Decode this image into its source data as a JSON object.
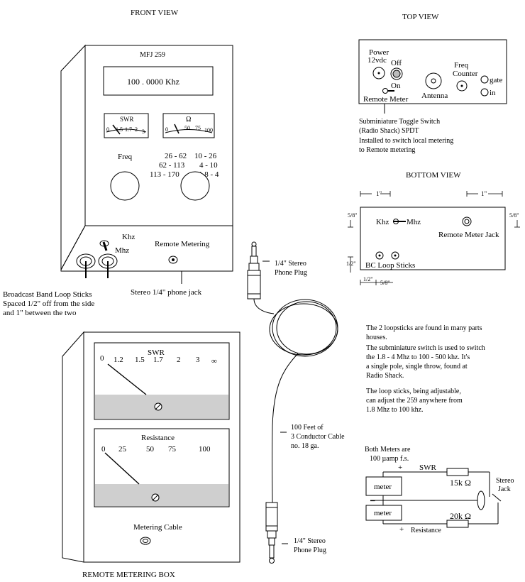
{
  "front": {
    "heading": "FRONT VIEW",
    "model": "MFJ 259",
    "display": "100 . 0000  Khz",
    "swr_meter": {
      "title": "SWR",
      "scale": [
        "0",
        "1.5",
        "1.7",
        "2",
        "3"
      ]
    },
    "ohm_meter": {
      "title": "Ω",
      "scale": [
        "0",
        "50",
        "75",
        "100"
      ]
    },
    "freq_label": "Freq",
    "bands": [
      "26 - 62",
      "10 - 26",
      "62 - 113",
      "4 - 10",
      "113 - 170",
      "1.8 - 4"
    ],
    "switch_khz": "Khz",
    "switch_mhz": "Mhz",
    "remote_metering": "Remote  Metering",
    "loopsticks_note": [
      "Broadcast Band Loop Sticks",
      "Spaced  1/2\"  off from the side",
      "and  1\" between the two"
    ],
    "jack_note": "Stereo  1/4\" phone jack"
  },
  "top": {
    "heading": "TOP  VIEW",
    "power": [
      "Power",
      "12vdc"
    ],
    "off": "Off",
    "on": "On",
    "remote_meter": "Remote Meter",
    "antenna": "Antenna",
    "freq_counter": [
      "Freq",
      "Counter"
    ],
    "gate": "gate",
    "in": "in",
    "note": [
      "Subminiature Toggle Switch",
      "(Radio Shack)   SPDT",
      "Installed to switch local metering",
      "to Remote metering"
    ]
  },
  "bottom": {
    "heading": "BOTTOM  VIEW",
    "dim_1in_left": "1\"",
    "dim_1in_right": "1\"",
    "dim_58_left": "5/8\"",
    "dim_58_right": "5/8\"",
    "dim_12_side": "1/2\"",
    "dim_12_bottom": "1/2\"",
    "dim_58_bottom": "5/8\"",
    "khz": "Khz",
    "mhz": "Mhz",
    "jack": "Remote Meter Jack",
    "loops": "BC Loop Sticks"
  },
  "notes": {
    "p1": [
      "The  2 loopsticks are found in many parts",
      "houses."
    ],
    "p2": [
      "The subminiature switch is used to switch",
      "the 1.8 - 4 Mhz  to  100 - 500 khz. It's",
      "a  single pole, single throw, found at",
      "Radio Shack."
    ],
    "p3": [
      "The loop sticks, being adjustable,",
      "can adjust the 259 anywhere from",
      "1.8 Mhz to 100 khz."
    ]
  },
  "cable": {
    "plug_top": [
      "1/4\"  Stereo",
      "Phone Plug"
    ],
    "cable_label": [
      "100  Feet of",
      "3  Conductor Cable",
      "no.  18 ga."
    ],
    "plug_bottom": [
      "1/4\"  Stereo",
      "Phone Plug"
    ]
  },
  "remote_box": {
    "swr_title": "SWR",
    "swr_scale": [
      "0",
      "1.2",
      "1.5",
      "1.7",
      "2",
      "3",
      "∞"
    ],
    "res_title": "Resistance",
    "res_scale": [
      "0",
      "25",
      "50",
      "75",
      "100"
    ],
    "cable_label": "Metering Cable",
    "caption": "REMOTE  METERING  BOX"
  },
  "schematic": {
    "note": [
      "Both Meters are",
      "100 µamp f.s."
    ],
    "plus_top": "+",
    "swr": "SWR",
    "meter1": "meter",
    "meter2": "meter",
    "minus": "–",
    "r1": "15k Ω",
    "r2": "20k Ω",
    "jack": [
      "Stereo",
      "Jack"
    ],
    "plus_bottom": "+",
    "resistance": "Resistance"
  }
}
